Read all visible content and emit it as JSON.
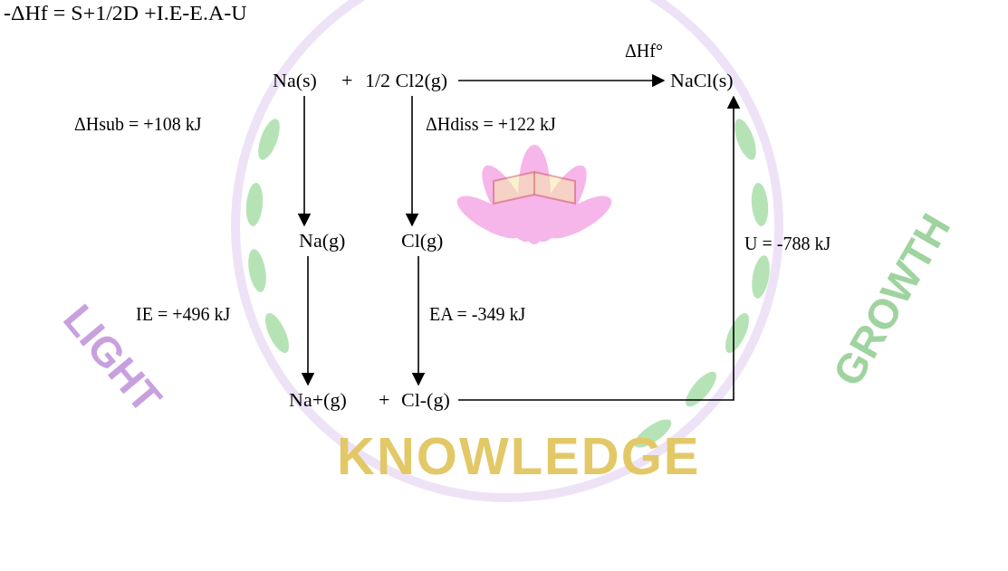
{
  "diagram": {
    "nodes": [
      {
        "text": [
          "Na(s)"
        ]
      },
      {
        "text": [
          "1/2 Cl2(g)"
        ]
      },
      {
        "text": [
          "NaCl(s)"
        ]
      },
      {
        "text": [
          "Na(g)"
        ]
      },
      {
        "text": [
          "Cl(g)"
        ]
      },
      {
        "text": [
          "Na+(g)"
        ]
      },
      {
        "text": [
          "Cl-(g)"
        ]
      }
    ],
    "edges": [
      {
        "from": 1,
        "to": 2,
        "arrow": "to",
        "label": "ΔHf°"
      },
      {
        "from": 0,
        "to": 3,
        "arrow": "to",
        "label": "ΔHsub = +108 kJ"
      },
      {
        "from": 1,
        "to": 4,
        "arrow": "to",
        "label": "ΔHdiss = +122 kJ"
      },
      {
        "from": 3,
        "to": 5,
        "arrow": "to",
        "label": "IE = +496 kJ"
      },
      {
        "from": 4,
        "to": 6,
        "arrow": "to",
        "label": "EA = -349 kJ"
      },
      {
        "from": 6,
        "to": 2,
        "arrow": "to",
        "label": "U = -788 kJ"
      }
    ],
    "labels": [
      "-ΔHf = S+1/2D +I.E-E.A-U",
      "+",
      "+",
      "LIGHT",
      "KNOWLEDGE",
      "GROWTH"
    ]
  }
}
